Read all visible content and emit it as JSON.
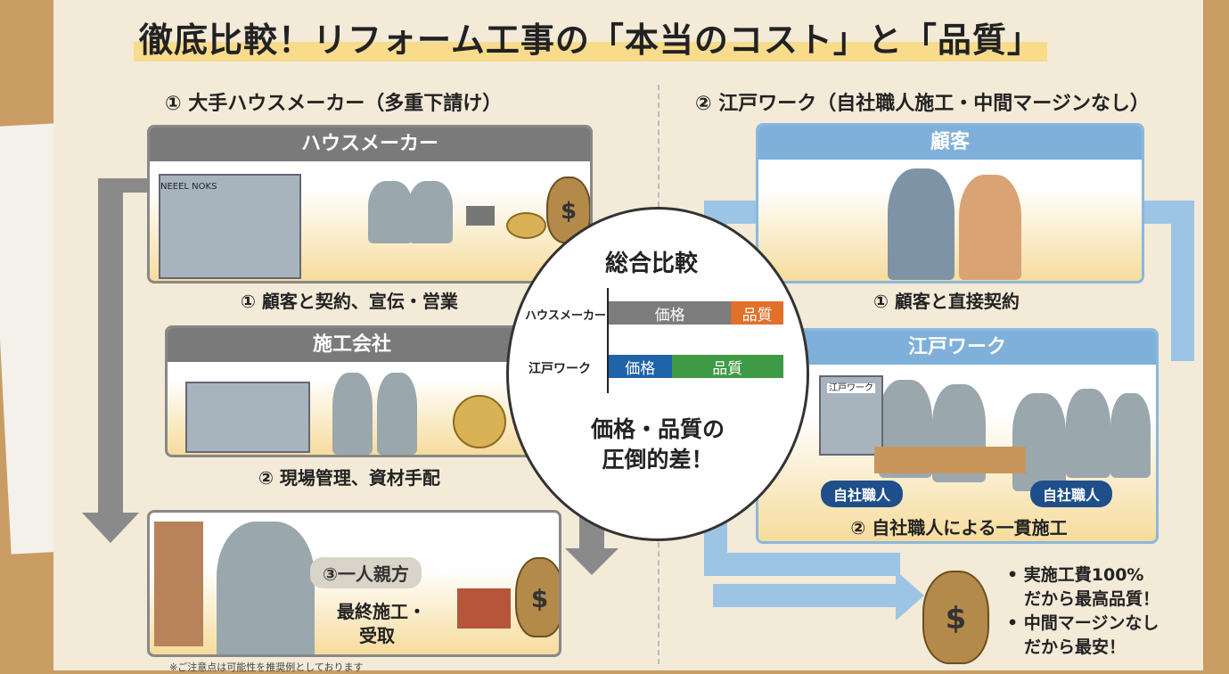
{
  "title": "徹底比較！リフォーム工事の「本当のコスト」と「品質」",
  "left": {
    "heading": "① 大手ハウスメーカー（多重下請け）",
    "panels": [
      {
        "header": "ハウスメーカー",
        "caption": "① 顧客と契約、宣伝・営業",
        "sign": "NEEEL NOKS"
      },
      {
        "header": "施工会社",
        "caption": "② 現場管理、資材手配"
      },
      {
        "badge": "③一人親方",
        "caption_1": "最終施工・",
        "caption_2": "受取"
      }
    ],
    "footnote": "※ご注意点は可能性を推奨例としております"
  },
  "right": {
    "heading": "② 江戸ワーク（自社職人施工・中間マージンなし）",
    "panels": [
      {
        "header": "顧客",
        "caption": "① 顧客と直接契約"
      },
      {
        "header": "江戸ワーク",
        "caption": "② 自社職人による一貫施工",
        "badges": [
          "自社職人",
          "自社職人"
        ],
        "sign": "江戸ワーク"
      }
    ],
    "notes": [
      "• 実施工費100%",
      "　だから最高品質！",
      "• 中間マージンなし",
      "　だから最安！"
    ]
  },
  "bubble": {
    "title": "総合比較",
    "rows": [
      {
        "label": "ハウスメーカー",
        "segments": [
          {
            "label": "価格",
            "share": 0.7,
            "color": "#7c7c7c"
          },
          {
            "label": "品質",
            "share": 0.3,
            "color": "#e0702a"
          }
        ]
      },
      {
        "label": "江戸ワーク",
        "segments": [
          {
            "label": "価格",
            "share": 0.36,
            "color": "#1f63a8"
          },
          {
            "label": "品質",
            "share": 0.64,
            "color": "#3f9a45"
          }
        ]
      }
    ],
    "conclusion_1": "価格・品質の",
    "conclusion_2": "圧倒的差！"
  },
  "icons": {
    "money": "$"
  }
}
